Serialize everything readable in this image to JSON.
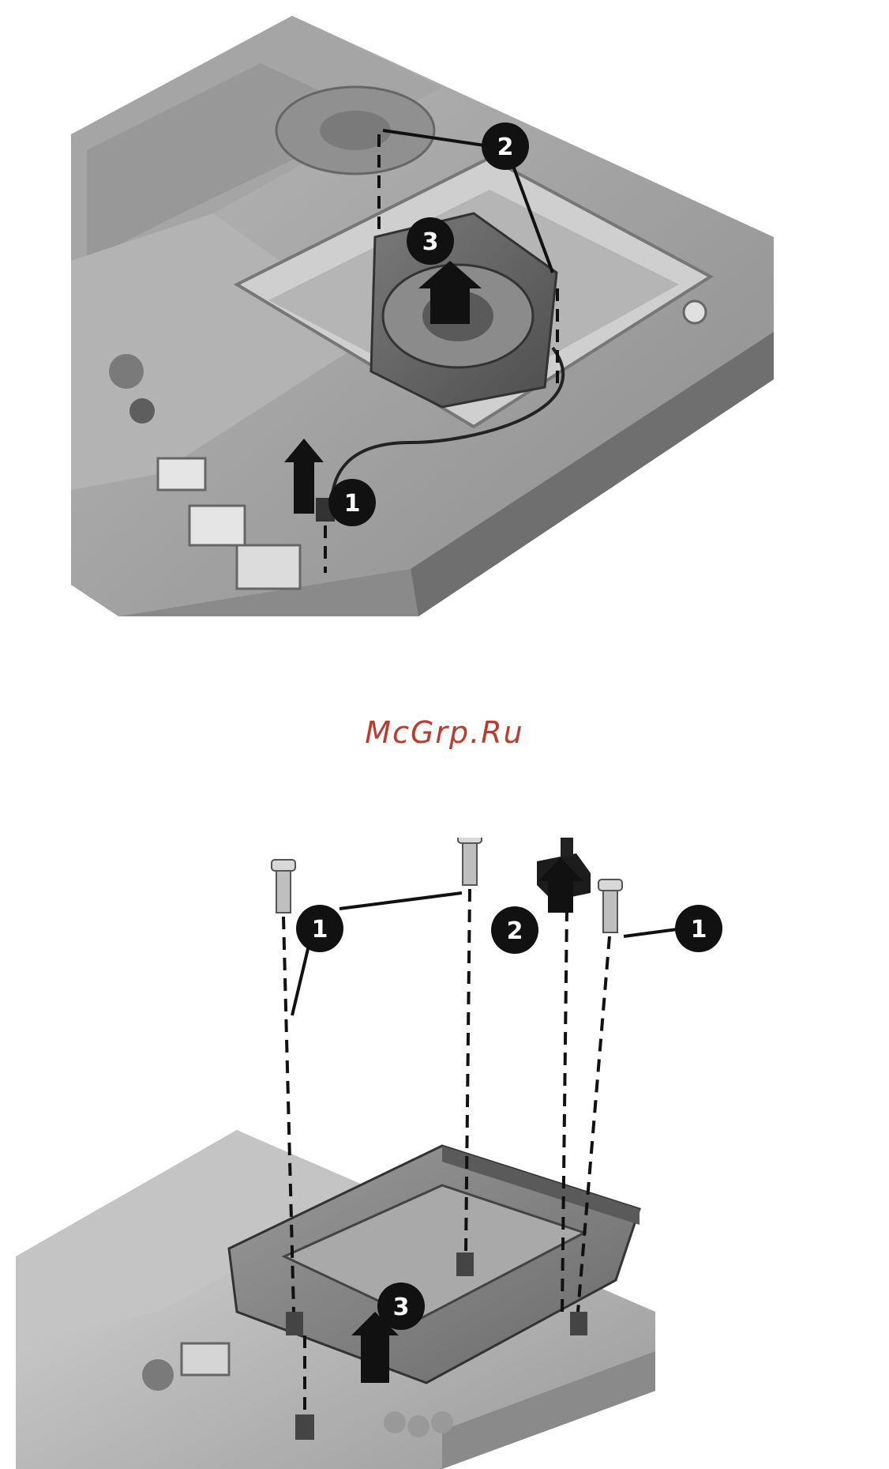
{
  "watermark": "McGrp.Ru",
  "figure1": {
    "callouts": [
      "1",
      "2",
      "3"
    ]
  },
  "figure2": {
    "callouts": [
      "1",
      "1",
      "2",
      "3"
    ]
  },
  "colors": {
    "chassis": "#9a9a9a",
    "chassis_dark": "#6e6e6e",
    "chassis_light": "#c4c4c4",
    "callout_bg": "#111111",
    "watermark": "#c0392b"
  }
}
